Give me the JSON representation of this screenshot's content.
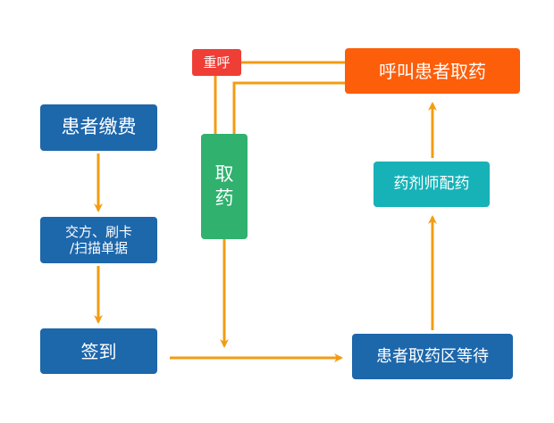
{
  "diagram": {
    "title": "",
    "nodes": {
      "pay": "患者缴费",
      "prescription_line1": "交方、刷卡",
      "prescription_line2": "/扫描单据",
      "sign_in": "签到",
      "wait": "患者取药区等待",
      "prepare": "药剂师配药",
      "call": "呼叫患者取药",
      "take_char1": "取",
      "take_char2": "药",
      "recall": "重呼"
    },
    "edges": [
      {
        "from": "患者缴费",
        "to": "交方、刷卡/扫描单据"
      },
      {
        "from": "交方、刷卡/扫描单据",
        "to": "签到"
      },
      {
        "from": "签到",
        "to": "患者取药区等待"
      },
      {
        "from": "患者取药区等待",
        "to": "药剂师配药"
      },
      {
        "from": "药剂师配药",
        "to": "呼叫患者取药"
      },
      {
        "from": "呼叫患者取药",
        "to": "取药"
      },
      {
        "from": "呼叫患者取药",
        "to": "重呼"
      },
      {
        "from": "重呼",
        "to": "取药"
      },
      {
        "from": "取药",
        "to": "签到→患者取药区等待"
      }
    ],
    "colors": {
      "primary_blue": "#1d67ab",
      "teal": "#17b2b7",
      "orange": "#fd5e0a",
      "green": "#30b16e",
      "red": "#ef3e36",
      "connector": "#f39c12"
    }
  }
}
